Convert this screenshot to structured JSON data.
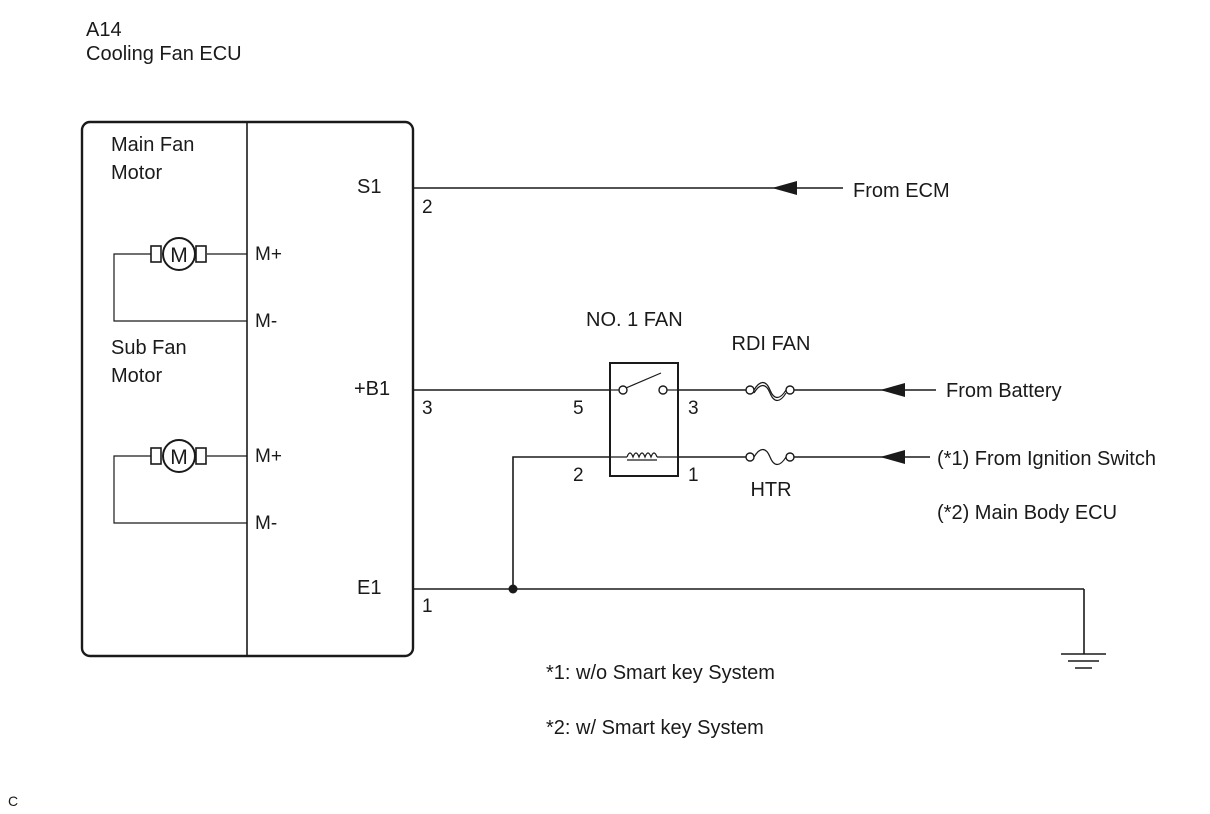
{
  "header": {
    "connector_id": "A14",
    "component_name": "Cooling Fan ECU"
  },
  "ecu": {
    "main_motor_label": [
      "Main Fan",
      "Motor"
    ],
    "sub_motor_label": [
      "Sub Fan",
      "Motor"
    ],
    "motor_symbol": "M",
    "main_terminals": {
      "plus": "M+",
      "minus": "M-"
    },
    "sub_terminals": {
      "plus": "M+",
      "minus": "M-"
    },
    "terminals": [
      {
        "name": "S1",
        "pin": "2"
      },
      {
        "name": "+B1",
        "pin": "3"
      },
      {
        "name": "E1",
        "pin": "1"
      }
    ]
  },
  "relay": {
    "name": "NO. 1 FAN",
    "pins": {
      "switch_in": "5",
      "switch_out": "3",
      "coil_in": "2",
      "coil_out": "1"
    }
  },
  "fuses": {
    "upper": "RDI FAN",
    "lower": "HTR"
  },
  "sources": {
    "ecm": "From ECM",
    "battery": "From Battery",
    "ignition": "(*1) From Ignition Switch",
    "body_ecu": "(*2) Main Body ECU"
  },
  "notes": [
    "*1: w/o Smart key System",
    "*2: w/ Smart key System"
  ],
  "figure_code": "C"
}
